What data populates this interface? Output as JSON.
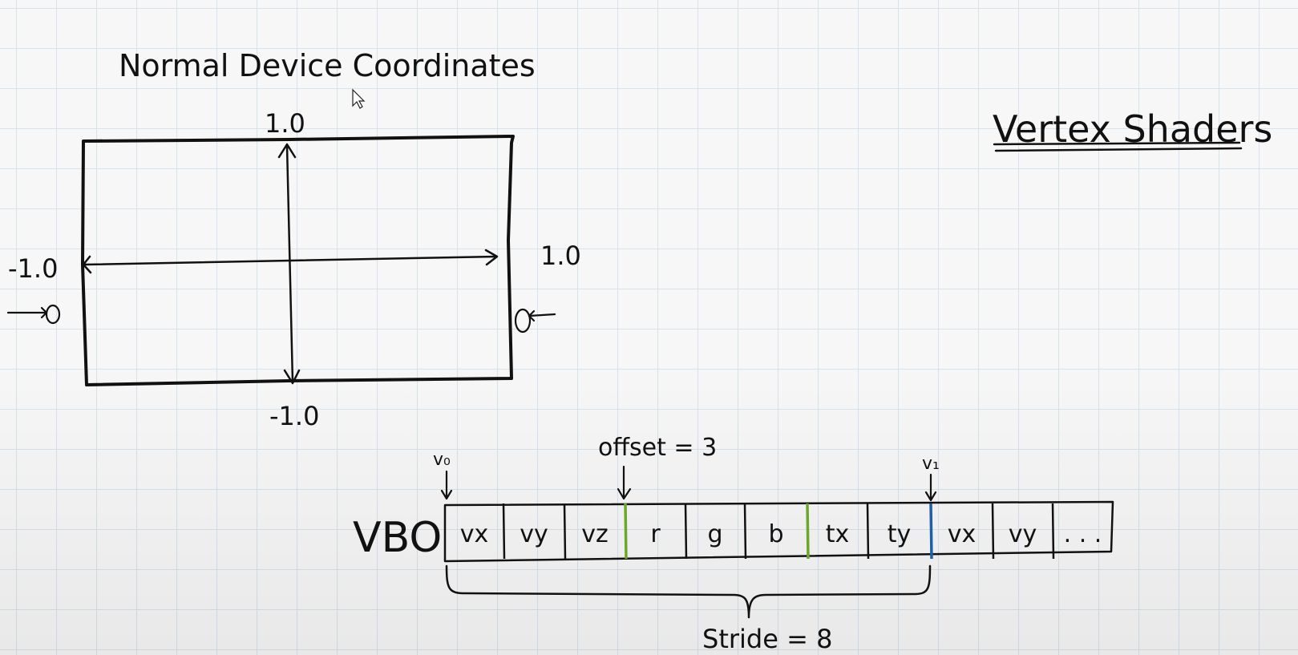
{
  "ndc": {
    "title": "Normal Device Coordinates",
    "top_label": "1.0",
    "bottom_label": "-1.0",
    "left_label": "-1.0",
    "right_label": "1.0"
  },
  "vertex_shaders": {
    "title": "Vertex Shaders"
  },
  "vbo": {
    "label": "VBO",
    "v0_label": "v₀",
    "v1_label": "v₁",
    "offset_label": "offset = 3",
    "stride_label": "Stride = 8",
    "cells": [
      "vx",
      "vy",
      "vz",
      "r",
      "g",
      "b",
      "tx",
      "ty",
      "vx",
      "vy",
      ". . ."
    ],
    "divider_colors": {
      "normal": "#111111",
      "green": "#6aa82c",
      "blue": "#1f5fa8"
    }
  }
}
